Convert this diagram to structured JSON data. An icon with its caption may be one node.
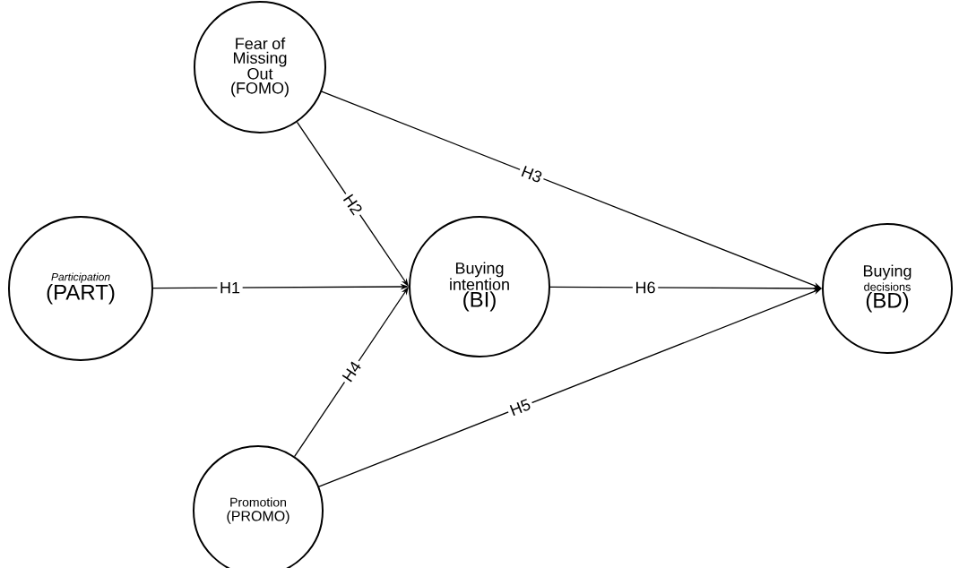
{
  "diagram": {
    "nodes": [
      {
        "text": [
          "Fear of Missing Out (FOMO)"
        ]
      },
      {
        "text": [
          "Participation",
          "(PART)"
        ]
      },
      {
        "text": [
          "Buying intention",
          "(BI)"
        ]
      },
      {
        "text": [
          "Buying",
          "decisions",
          "(BD)"
        ]
      },
      {
        "text": [
          "Promotion",
          "(PROMO)"
        ]
      }
    ],
    "edges": [
      {
        "from": 1,
        "to": 2,
        "arrow": "to",
        "label": "H1"
      },
      {
        "from": 0,
        "to": 2,
        "arrow": "to",
        "label": "H2"
      },
      {
        "from": 0,
        "to": 3,
        "arrow": "to",
        "label": "H3"
      },
      {
        "from": 4,
        "to": 2,
        "arrow": "to",
        "label": "H4"
      },
      {
        "from": 4,
        "to": 3,
        "arrow": "to",
        "label": "H5"
      },
      {
        "from": 2,
        "to": 3,
        "arrow": "to",
        "label": "H6"
      }
    ]
  }
}
